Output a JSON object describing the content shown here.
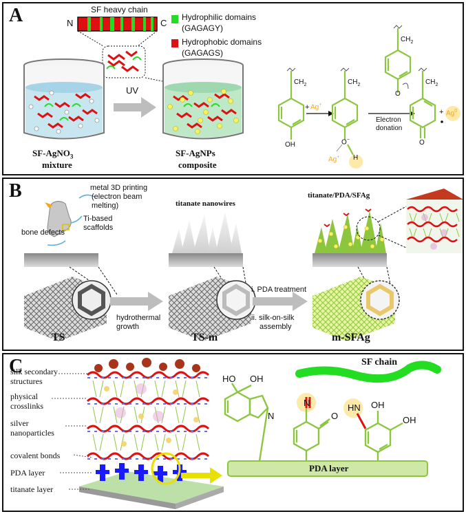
{
  "panel_a": {
    "label": "A",
    "sf_chain_title": "SF heavy chain",
    "n_term": "N",
    "c_term": "C",
    "legend": {
      "hydrophilic_1": "Hydrophilic domains",
      "hydrophilic_2": "(GAGAGY)",
      "hydrophobic_1": "Hydrophobic domains",
      "hydrophobic_2": "(GAGAGS)"
    },
    "uv": "UV",
    "beaker1_1": "SF-AgNO",
    "beaker1_sub": "3",
    "beaker1_2": "mixture",
    "beaker2_1": "SF-AgNPs",
    "beaker2_2": "composite",
    "ch2": "CH",
    "ch2_sub": "2",
    "oh": "OH",
    "ag_plus": "Ag",
    "plus": "+",
    "o_minus": "O",
    "h": "H",
    "o": "O",
    "electron_1": "Electron",
    "electron_2": "donation",
    "ag0": "Ag",
    "ag0_sup": "0"
  },
  "panel_b": {
    "label": "B",
    "printing_1": "metal 3D printing",
    "printing_2": "(electron beam",
    "printing_3": "melting)",
    "ti_1": "Ti-based",
    "ti_2": "scaffolds",
    "bone": "bone defects",
    "nanowires": "titanate nanowires",
    "composite_title": "titanate/PDA/SFAg",
    "hydro_1": "hydrothermal",
    "hydro_2": "growth",
    "pda_1": "i. PDA treatment",
    "pda_2": "ii. silk-on-silk",
    "pda_3": "assembly",
    "ts": "TS",
    "tsm": "TS-m",
    "msfag": "m-SFAg"
  },
  "panel_c": {
    "label": "C",
    "layers": [
      "silk secondary",
      "structures",
      "physical",
      "crosslinks",
      "silver",
      "nanoparticles",
      "covalent bonds",
      "PDA layer",
      "titanate layer"
    ],
    "sf_chain": "SF chain",
    "pda_bar": "PDA layer",
    "ho": "HO",
    "oh": "OH",
    "n": "N",
    "o": "O",
    "hn": "HN",
    "oh2": "OH",
    "oh3": "OH"
  },
  "colors": {
    "hydrophilic": "#22dd22",
    "hydrophobic": "#dd1111",
    "molecule": "#8cc63f",
    "ag_ion": "#f5a623",
    "ag0_glow": "#fde9a8",
    "pda_blue": "#1a1aff",
    "pda_bar": "#cfe8a8"
  }
}
